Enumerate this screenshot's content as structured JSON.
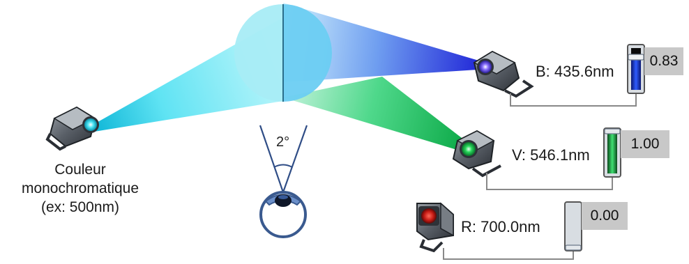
{
  "monochromatic": {
    "label_line1": "Couleur",
    "label_line2": "monochromatique",
    "label_line3": "(ex: 500nm)"
  },
  "observer": {
    "angle_label": "2°"
  },
  "primaries": [
    {
      "key": "blue",
      "label": "B: 435.6nm",
      "value": "0.83",
      "level": 0.83,
      "color": "#1f2bd8"
    },
    {
      "key": "green",
      "label": "V: 546.1nm",
      "value": "1.00",
      "level": 1.0,
      "color": "#1ea84a"
    },
    {
      "key": "red",
      "label": "R: 700.0nm",
      "value": "0.00",
      "level": 0.0,
      "color": "#d8321f"
    }
  ],
  "colors": {
    "field_left": "#a8ecf6",
    "field_right": "#6ccdf2",
    "cyan_beam": "#5fe3f3",
    "blue_beam": "#2233e0",
    "green_beam": "#20c05a"
  }
}
